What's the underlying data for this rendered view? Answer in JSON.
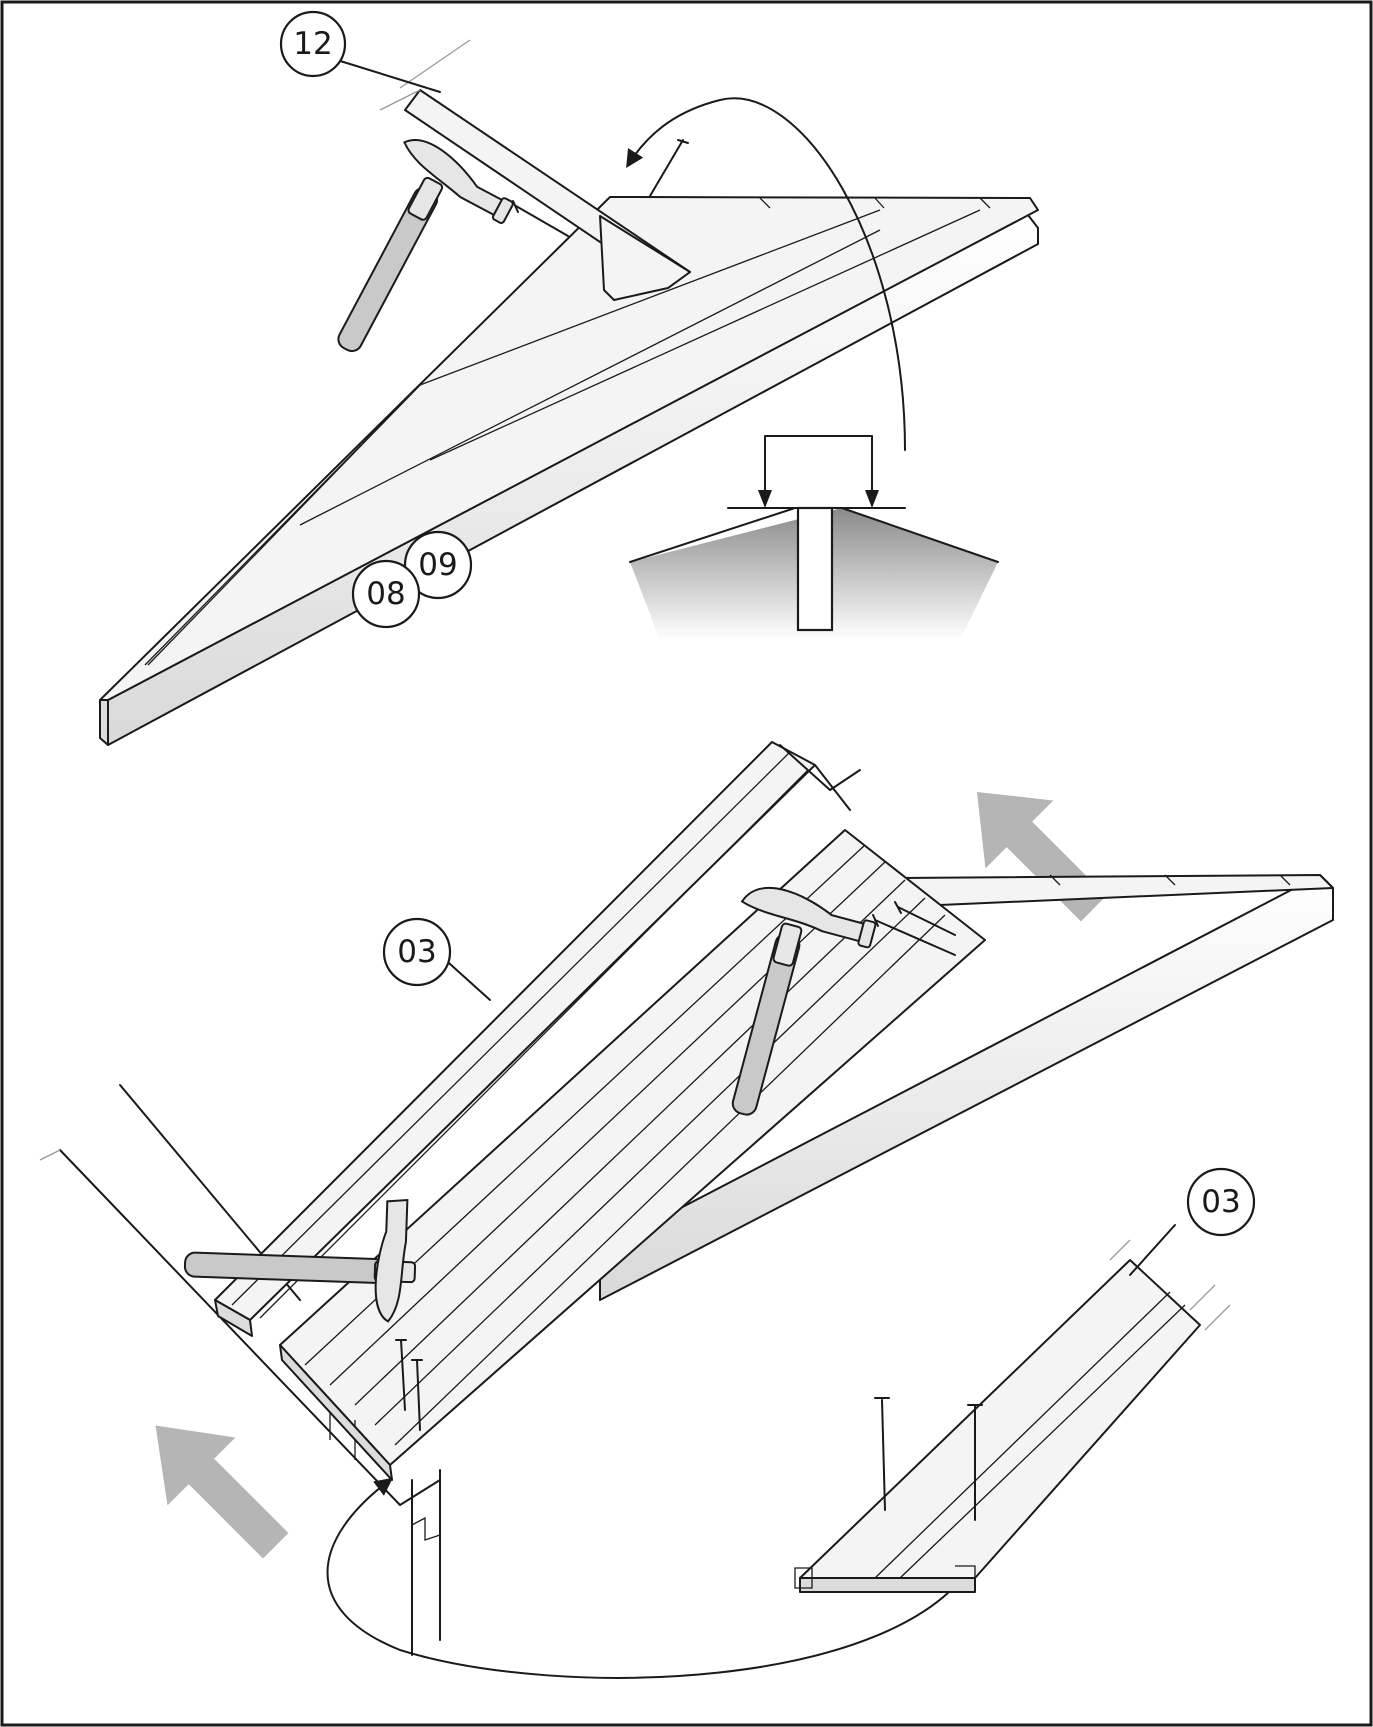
{
  "callouts": [
    {
      "id": "rafter",
      "label": "12"
    },
    {
      "id": "gable-left",
      "label": "08"
    },
    {
      "id": "gable-right",
      "label": "09"
    },
    {
      "id": "roof-board",
      "label": "03"
    },
    {
      "id": "roof-board-detail",
      "label": "03"
    }
  ],
  "icons": [
    "hammer-icon",
    "nail-icon",
    "direction-arrow-icon",
    "curved-arrow-icon"
  ],
  "colors": {
    "line": "#1a1a1a",
    "arrow": "#b5b5b5",
    "board": "#f4f4f4"
  }
}
